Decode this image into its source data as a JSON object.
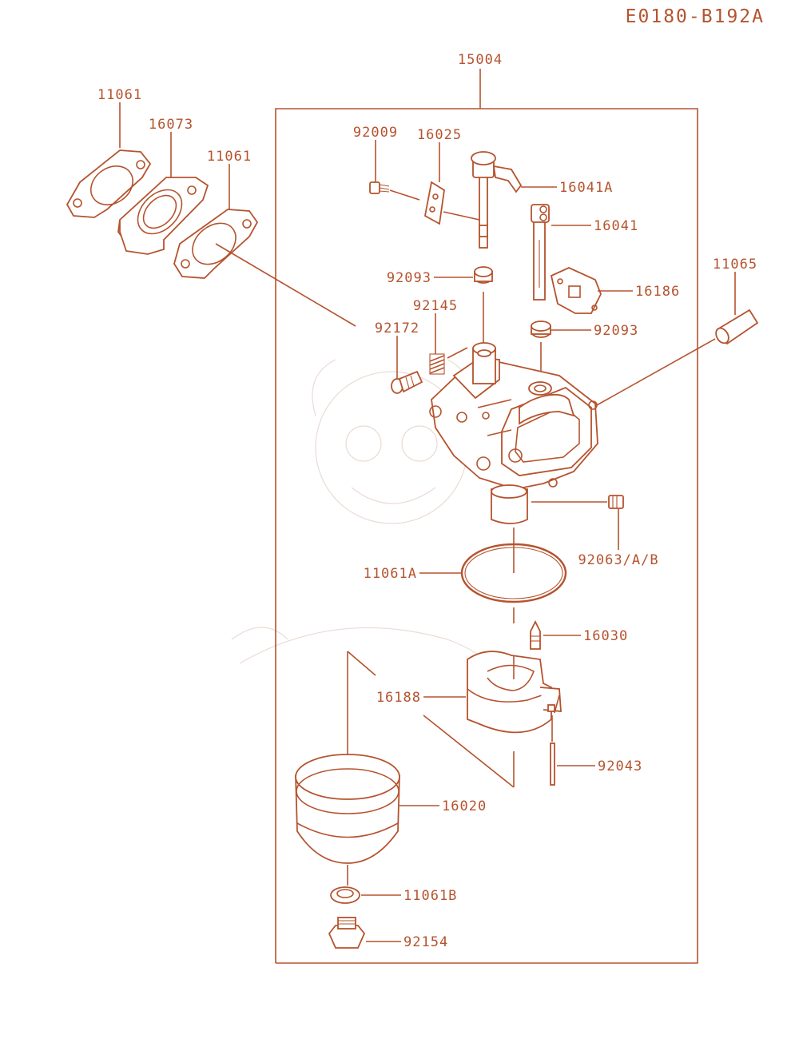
{
  "diagram_code": "E0180-B192A",
  "accent_color": "#b5532e",
  "parts": {
    "assembly": "15004",
    "gasket_1": "11061",
    "spacer": "16073",
    "gasket_2": "11061",
    "screw_92009": "92009",
    "plate_16025": "16025",
    "shaft_16041a": "16041A",
    "shaft_16041": "16041",
    "seal_92093_a": "92093",
    "seal_92093_b": "92093",
    "plate_16186": "16186",
    "pipe_11065": "11065",
    "spring_92145": "92145",
    "screw_92172": "92172",
    "jet_92063": "92063/A/B",
    "gasket_11061a": "11061A",
    "needle_16030": "16030",
    "float_16188": "16188",
    "pin_92043": "92043",
    "bowl_16020": "16020",
    "washer_11061b": "11061B",
    "bolt_92154": "92154"
  }
}
